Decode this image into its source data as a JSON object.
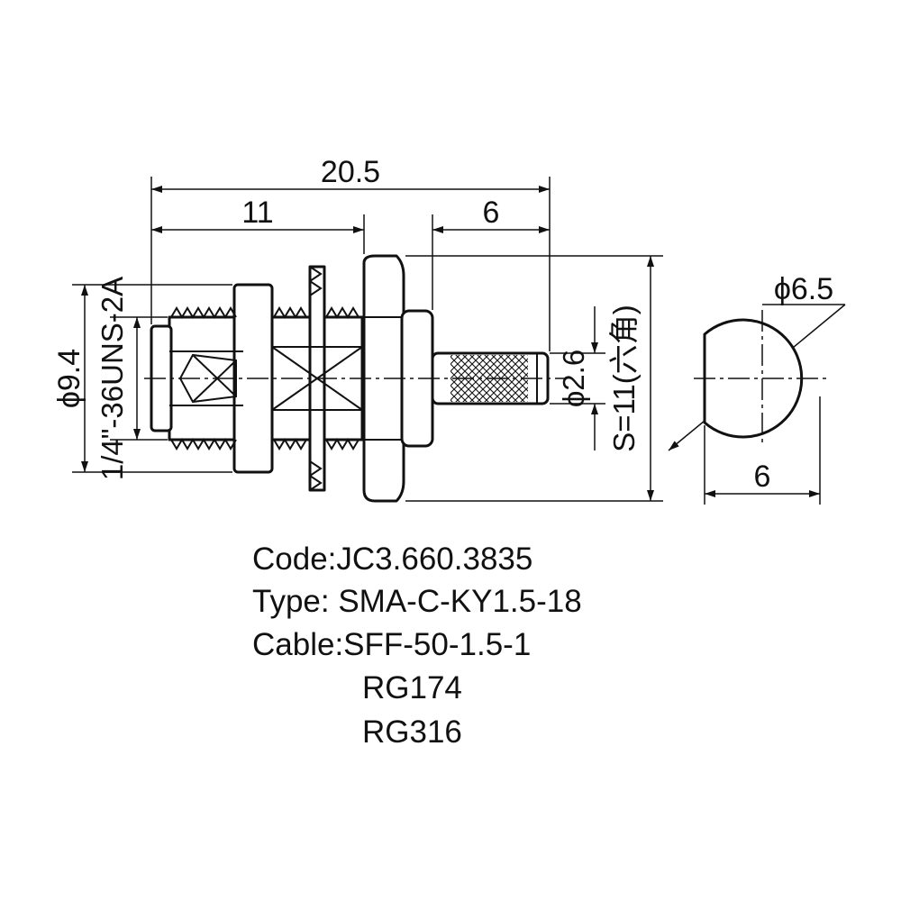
{
  "dimensions": {
    "overall_length": "20.5",
    "body_length": "11",
    "crimp_length": "6",
    "flange_diameter": "ϕ9.4",
    "thread_spec": "1/4\"-36UNS-2A",
    "pin_diameter": "ϕ2.6",
    "hex_size": "S=11(六角)",
    "panel_hole_diameter": "ϕ6.5",
    "panel_hole_flat": "6"
  },
  "specs": {
    "code": "Code:JC3.660.3835",
    "type": "Type: SMA-C-KY1.5-18",
    "cable": "Cable:SFF-50-1.5-1",
    "cable_alt_1": "RG174",
    "cable_alt_2": "RG316"
  }
}
